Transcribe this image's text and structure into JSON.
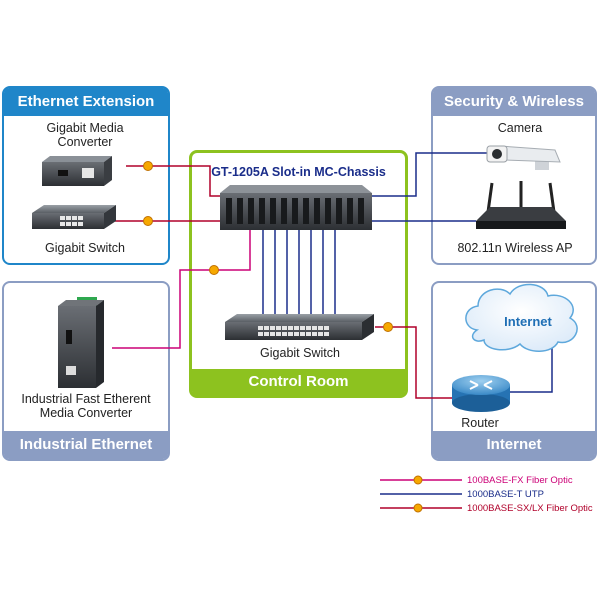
{
  "panels": {
    "ethernet_extension": {
      "title": "Ethernet Extension",
      "media_converter_label_1": "Gigabit Media",
      "media_converter_label_2": "Converter",
      "switch_label": "Gigabit Switch"
    },
    "industrial_ethernet": {
      "title": "Industrial Ethernet",
      "device_label_1": "Industrial Fast Etherent",
      "device_label_2": "Media Converter"
    },
    "control_room": {
      "chassis_title": "GT-1205A Slot-in MC-Chassis",
      "switch_label": "Gigabit Switch",
      "footer": "Control Room"
    },
    "security_wireless": {
      "title": "Security & Wireless",
      "camera_label": "Camera",
      "ap_label": "802.11n Wireless AP"
    },
    "internet": {
      "title": "Internet",
      "cloud_label": "Internet",
      "router_label": "Router"
    }
  },
  "legend": [
    {
      "label": "100BASE-FX Fiber Optic",
      "color": "#cc0077"
    },
    {
      "label": "1000BASE-T UTP",
      "color": "#1a2d8a"
    },
    {
      "label": "1000BASE-SX/LX Fiber Optic",
      "color": "#b0002a"
    }
  ],
  "colors": {
    "blue_panel": "#1f86c9",
    "grey_panel": "#8b9dc3",
    "green_panel": "#8dc21f",
    "line_navy": "#1a2d8a",
    "fiber_red": "#b0002a",
    "fiber_magenta": "#cc0077"
  }
}
